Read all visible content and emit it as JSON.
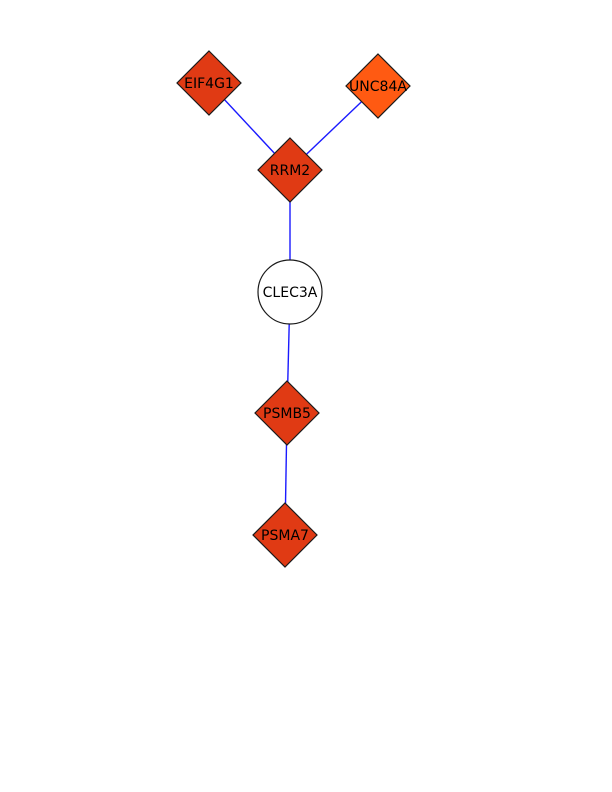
{
  "network": {
    "edge_color": "#1a1aff",
    "nodes": [
      {
        "id": "EIF4G1",
        "label": "EIF4G1",
        "shape": "diamond",
        "color": "#e03a14"
      },
      {
        "id": "UNC84A",
        "label": "UNC84A",
        "shape": "diamond",
        "color": "#ff5a12"
      },
      {
        "id": "RRM2",
        "label": "RRM2",
        "shape": "diamond",
        "color": "#e03a14"
      },
      {
        "id": "CLEC3A",
        "label": "CLEC3A",
        "shape": "circle",
        "color": "#ffffff"
      },
      {
        "id": "PSMB5",
        "label": "PSMB5",
        "shape": "diamond",
        "color": "#e03a14"
      },
      {
        "id": "PSMA7",
        "label": "PSMA7",
        "shape": "diamond",
        "color": "#e03a14"
      }
    ],
    "edges": [
      {
        "source": "EIF4G1",
        "target": "RRM2"
      },
      {
        "source": "UNC84A",
        "target": "RRM2"
      },
      {
        "source": "RRM2",
        "target": "CLEC3A"
      },
      {
        "source": "CLEC3A",
        "target": "PSMB5"
      },
      {
        "source": "PSMB5",
        "target": "PSMA7"
      }
    ]
  }
}
